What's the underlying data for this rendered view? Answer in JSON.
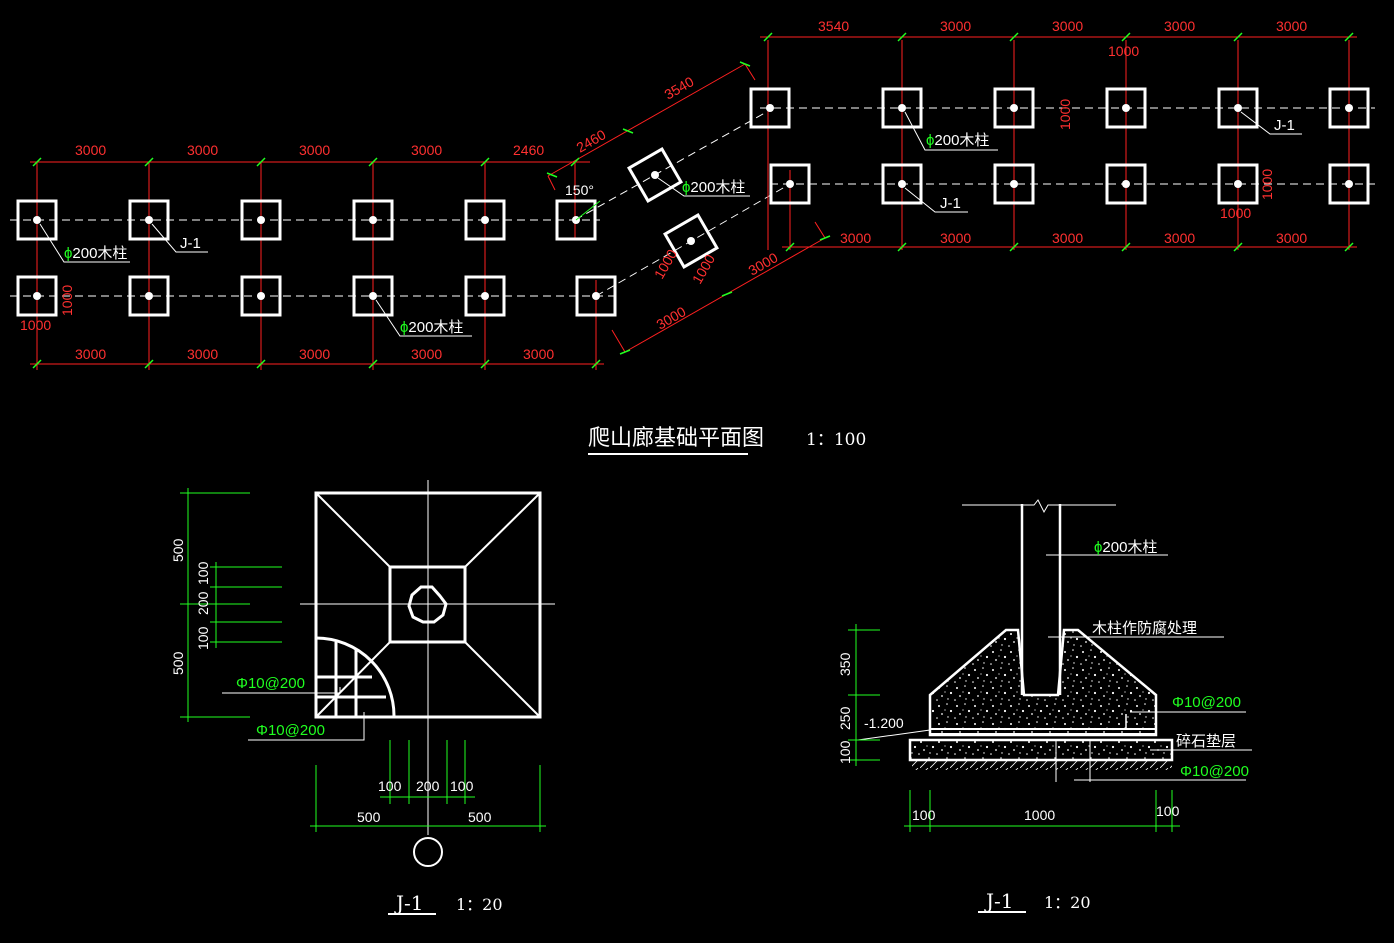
{
  "colors": {
    "background": "#000000",
    "outline": "#ffffff",
    "dimension_red": "#ff2020",
    "dimension_green": "#20ff20",
    "leader_green": "#20ff20"
  },
  "plan": {
    "title": "爬山廊基础平面图",
    "scale": "1：100",
    "left_top_dims": [
      "3000",
      "3000",
      "3000",
      "3000",
      "2460"
    ],
    "left_bottom_dims": [
      "3000",
      "3000",
      "3000",
      "3000",
      "3000"
    ],
    "right_top_dims": [
      "3540",
      "3000",
      "3000",
      "3000",
      "3000"
    ],
    "right_bottom_dims": [
      "3000",
      "3000",
      "3000",
      "3000",
      "3000"
    ],
    "diag_top_dims": [
      "2460",
      "3540"
    ],
    "diag_bottom_dims": [
      "3000",
      "3000"
    ],
    "angle": "150°",
    "small_dims": [
      "1000",
      "1000"
    ],
    "column_label": "200木柱",
    "footing_tag": "J-1",
    "phi": "ϕ"
  },
  "detail_plan": {
    "title": "J-1",
    "scale": "1：20",
    "left_dims": [
      "500",
      "100",
      "200",
      "100",
      "500"
    ],
    "bottom_dims_small": [
      "100",
      "200",
      "100"
    ],
    "bottom_dims_large": [
      "500",
      "500"
    ],
    "rebar_1": "Φ10@200",
    "rebar_2": "Φ10@200"
  },
  "detail_section": {
    "title": "J-1",
    "scale": "1：20",
    "column_label": "200木柱",
    "phi": "ϕ",
    "treatment_note": "木柱作防腐处理",
    "rebar_1": "Φ10@200",
    "gravel_bed": "碎石垫层",
    "rebar_2": "Φ10@200",
    "elevation": "-1.200",
    "left_dims": [
      "350",
      "250",
      "100"
    ],
    "bottom_dims": [
      "100",
      "1000",
      "100"
    ]
  }
}
